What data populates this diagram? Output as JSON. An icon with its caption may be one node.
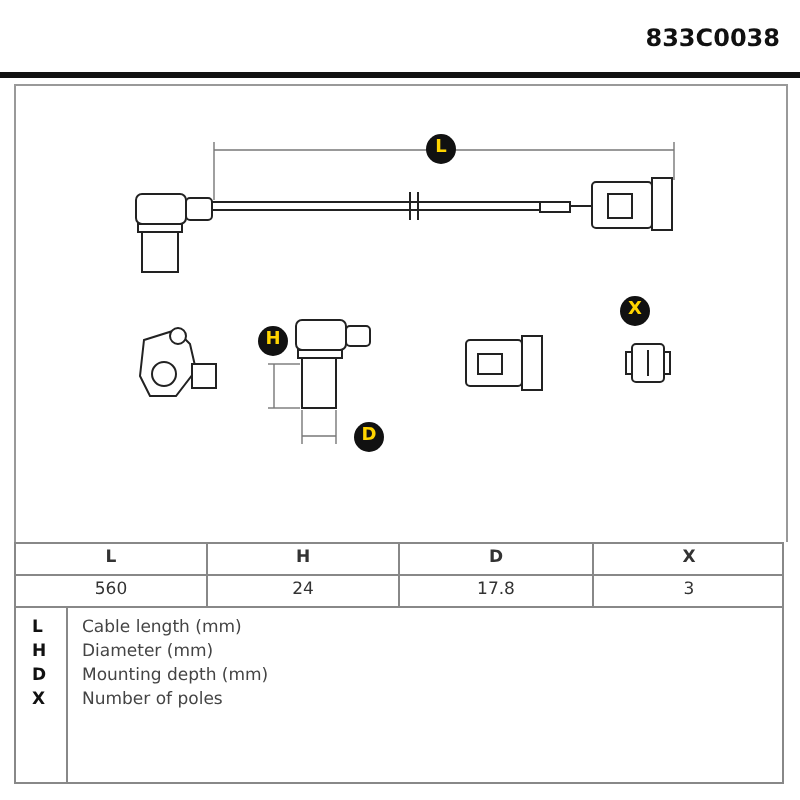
{
  "diagram": {
    "title": "833C0038",
    "labels": [
      "L",
      "H",
      "D",
      "X",
      "L",
      "H",
      "D",
      "X",
      "560",
      "24",
      "17.8",
      "3",
      "L",
      "Cable length (mm)",
      "H",
      "Diameter (mm)",
      "D",
      "Mounting depth (mm)",
      "X",
      "Number of poles"
    ]
  }
}
